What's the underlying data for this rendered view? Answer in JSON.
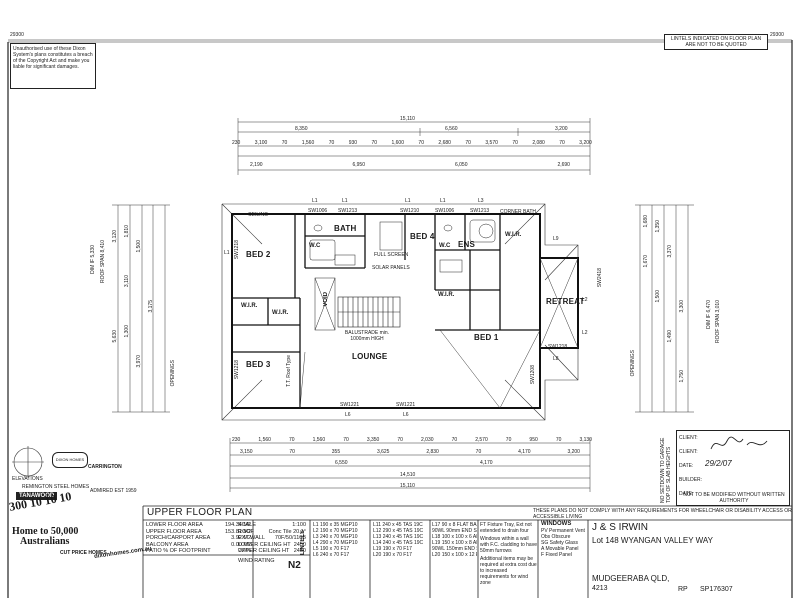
{
  "sheet": {
    "ref_left": "29300",
    "ref_right": "29300",
    "copyright_notice": "Unauthorised use of these Dixon System's plans constitutes a breach of the Copyright Act and make you liable for significant damages.",
    "lintels_note": "LINTELS INDICATED ON FLOOR PLAN ARE NOT TO BE QUOTED",
    "compliance_note": "THESE PLANS DO NOT COMPLY WITH ANY REQUIREMENTS FOR WHEELCHAIR OR DISABILITY ACCESS OR ACCESSIBLE LIVING"
  },
  "dimensions": {
    "top_overall": "15,110",
    "top_row1": [
      "8,350",
      "6,560",
      "3,200"
    ],
    "top_row2": [
      "230",
      "3,100",
      "70",
      "1,560",
      "70",
      "930",
      "70",
      "1,600",
      "70",
      "2,680",
      "70",
      "3,570",
      "70",
      "2,080",
      "70",
      "3,200"
    ],
    "top_row3": [
      "2,190",
      "6,950",
      "6,050",
      "2,690"
    ],
    "bottom_row1": [
      "230",
      "1,560",
      "70",
      "1,560",
      "70",
      "3,350",
      "70",
      "2,030",
      "70",
      "2,570",
      "70",
      "950",
      "70",
      "3,130"
    ],
    "bottom_row2": [
      "3,150",
      "70",
      "355",
      "3,625",
      "2,830",
      "70",
      "4,170",
      "3,200"
    ],
    "bottom_row3": [
      "6,550",
      "4,170"
    ],
    "bottom_overall": "14,510",
    "bottom_total": "15,110",
    "left_side": [
      "3,120",
      "5,630",
      "1,810",
      "3,110",
      "1,300",
      "1,500",
      "3,970",
      "3,175"
    ],
    "left_labels": [
      "DIM IF 5,330",
      "ROOF SPAN 8,410",
      "OPENINGS"
    ],
    "right_side": [
      "1,680",
      "1,670",
      "1,350",
      "1,500",
      "3,370",
      "1,490",
      "3,300",
      "1,750"
    ],
    "right_labels": [
      "DIM IF 6,470",
      "ROOF SPAN 3,010",
      "OPENINGS"
    ]
  },
  "rooms": {
    "bed2": "BED 2",
    "bed3": "BED 3",
    "bed4": "BED 4",
    "bed1": "BED 1",
    "bath": "BATH",
    "ens": "ENS",
    "wc1": "W.C",
    "wc2": "W.C",
    "wir1": "W.I.R.",
    "wir2": "W.I.R.",
    "wir3": "W.I.R.",
    "wir4": "W.I.R.",
    "lounge": "LOUNGE",
    "retreat": "RETREAT",
    "void": "VOID"
  },
  "plan_notes": {
    "full_screen": "FULL SCREEN",
    "solar_panels": "SOLAR PANELS",
    "balustrade": "BALUSTRADE min. 1000mm HIGH",
    "corner_bath": "CORNER BATH",
    "truss": "T.T. Roof Type",
    "ceiling": "CEILING"
  },
  "window_labels": [
    "SW1006",
    "SW1213",
    "SW1210",
    "SW1006",
    "SW1213",
    "SW1218",
    "SW1221",
    "SW1221",
    "SW1218",
    "SW2418",
    "SW1218",
    "SW1208"
  ],
  "lintel_labels": [
    "L1",
    "L1",
    "L1",
    "L1",
    "L3",
    "L6",
    "L6",
    "L8",
    "L9",
    "L2",
    "L2",
    "L1"
  ],
  "client_box": {
    "client_label": "CLIENT:",
    "client2_label": "CLIENT:",
    "date_label": "DATE:",
    "date_value": "29/2/07",
    "builder_label": "BUILDER:",
    "date2_label": "DATE:",
    "no_setdown_note": "NO SETDOWN TO GARAGE TOP OF SLAB HEIGHTS",
    "modify_note": "NOT TO BE MODIFIED WITHOUT WRITTEN AUTHORITY"
  },
  "branding": {
    "elevations": "ELEVATIONS",
    "brand_left": "TANAWOOD",
    "brand_left_sub": "REMINGTON STEEL HOMES",
    "carrington": "CARRINGTON",
    "est": "ADMIRED EST 1959",
    "big_numbers": "300 10 10 10",
    "home_to": "Home to 50,000",
    "australians": "Australians",
    "cut_price": "CUT PRICE HOMES",
    "website": "dixonhomes.com.au",
    "badge": "DIXON HOMES"
  },
  "title_block": {
    "title": "UPPER FLOOR PLAN",
    "areas": [
      {
        "label": "LOWER FLOOR AREA",
        "value": "194.34 M2"
      },
      {
        "label": "UPPER FLOOR AREA",
        "value": "153.81 M2"
      },
      {
        "label": "PORCH/CARPORT AREA",
        "value": "3.92 M2"
      },
      {
        "label": "BALCONY AREA",
        "value": "0.00 M2"
      },
      {
        "label": "PATIO % OF FOOTPRINT",
        "value": "2.6%"
      }
    ],
    "specs": [
      {
        "label": "SCALE",
        "value": "1:100"
      },
      {
        "label": "ROOF",
        "value": "Conc Tile  20.1°"
      },
      {
        "label": "EXT WALL",
        "value": "70F/50/110B"
      },
      {
        "label": "LOWER CEILING HT",
        "value": "2450"
      },
      {
        "label": "UPPER CEILING HT",
        "value": "2450"
      }
    ],
    "wind_rating_label": "WIND RATING",
    "wind_rating_value": "N2",
    "lintels_heading": "LINTELS",
    "lintels_col1": [
      "L1 190 x 35 MGP10",
      "L2 190 x 70 MGP10",
      "L3 240 x 70 MGP10",
      "L4 290 x 70 MGP10",
      "L5 190 x 70 F17",
      "L6 240 x 70 F17"
    ],
    "lintels_col2": [
      "L11 240 x 45 TAS 19C",
      "L12 290 x 45 TAS 19C",
      "L13 240 x 45 TAS 19C",
      "L14 240 x 45 TAS 19C",
      "L19 190 x 70 F17",
      "L20 190 x 70 F17"
    ],
    "lintels_col3": [
      "L17 90 x 8 FLAT BAR",
      "90WL 90mm END SUPPORT",
      "L18 100 x 100 x 6 ANGLE",
      "L19 150 x 100 x 8 ANGLE",
      "90WL 150mm END SUPPORT",
      "L20 150 x 100 x 12 EQUAL ANGLE"
    ],
    "notes_col": [
      "FT Fixture Tray, Ext not extended to drain four",
      "Windows within a wall with F.C. cladding to have 50mm furrows",
      "Additional items may be required at extra cost due to increased requirements for wind zone"
    ],
    "windows_heading": "WINDOWS",
    "windows": [
      "PV Permanent Vent",
      "Obs Obscure",
      "SG Safety Glass",
      "A Movable Panel",
      "F Fixed Panel"
    ],
    "client_name": "J & S IRWIN",
    "lot": "Lot 148 WYANGAN VALLEY WAY",
    "suburb": "MUDGEERABA QLD,",
    "postcode": "4213",
    "plan_ref_label": "RP",
    "plan_ref": "SP176307"
  }
}
